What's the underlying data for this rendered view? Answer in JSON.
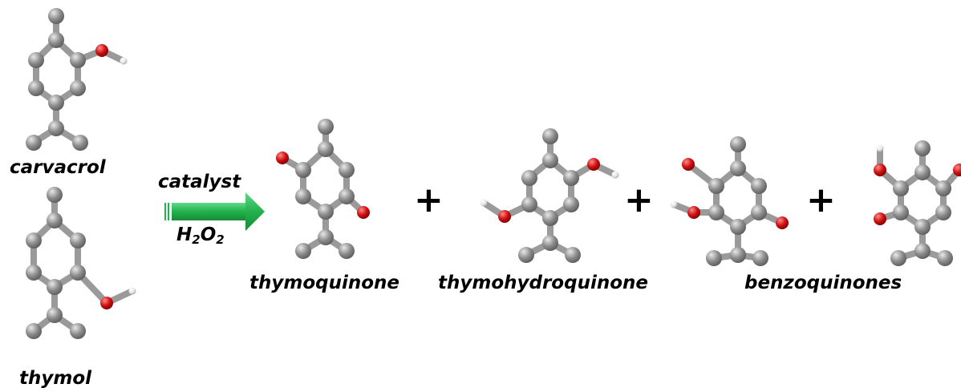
{
  "reactants": {
    "carvacrol": "carvacrol",
    "thymol": "thymol"
  },
  "conditions": {
    "catalyst": "catalyst",
    "oxidant_main": "H",
    "oxidant_sub1": "2",
    "oxidant_mid": "O",
    "oxidant_sub2": "2"
  },
  "products": {
    "thymoquinone": "thymoquinone",
    "thymohydroquinone": "thymohydroquinone",
    "benzoquinones": "benzoquinones"
  },
  "operators": {
    "plus": "+"
  },
  "colors": {
    "carbon": "#8c8c8c",
    "oxygen": "#d01010",
    "hydrogen": "#e6e6e6",
    "bond": "#9a9a9a",
    "arrow": "#22b14c"
  }
}
